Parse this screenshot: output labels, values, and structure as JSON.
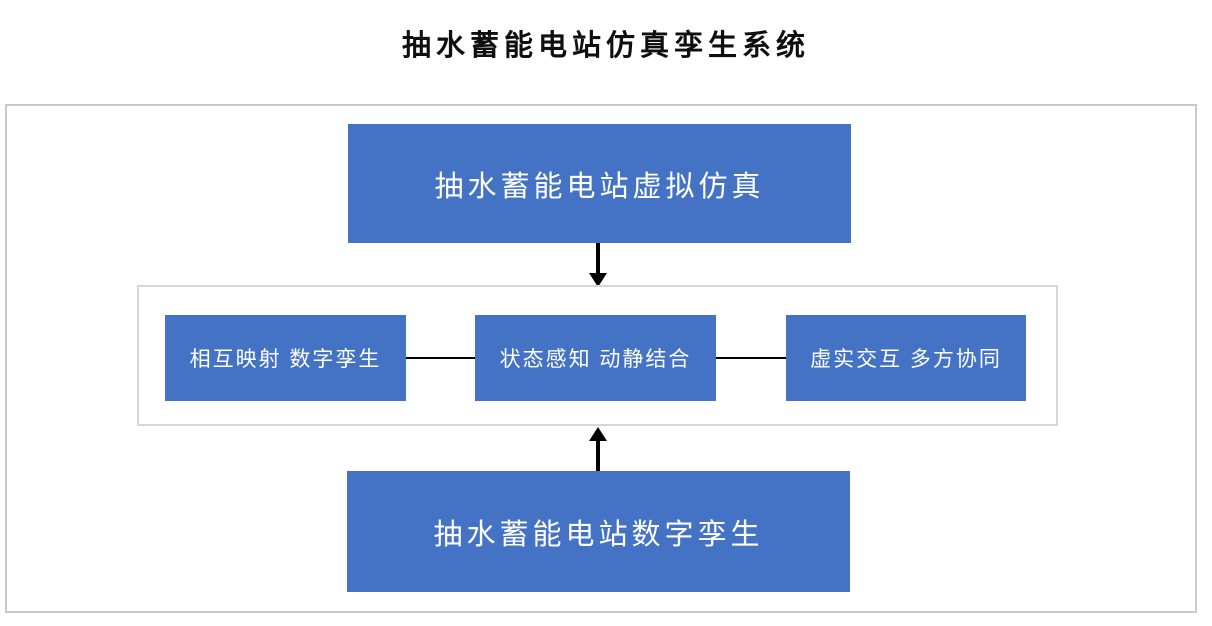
{
  "title": "抽水蓄能电站仿真孪生系统",
  "top_box": {
    "label": "抽水蓄能电站虚拟仿真"
  },
  "middle_group": {
    "boxes": [
      {
        "label": "相互映射 数字孪生"
      },
      {
        "label": "状态感知 动静结合"
      },
      {
        "label": "虚实交互 多方协同"
      }
    ]
  },
  "bottom_box": {
    "label": "抽水蓄能电站数字孪生"
  },
  "colors": {
    "box_blue": "#4472c4",
    "box_text": "#ffffff",
    "outer_frame_border": "#c9c9c9",
    "inner_frame_border": "#d6d6d6",
    "arrow_black": "#000000",
    "title_text": "#0f0f0f"
  }
}
